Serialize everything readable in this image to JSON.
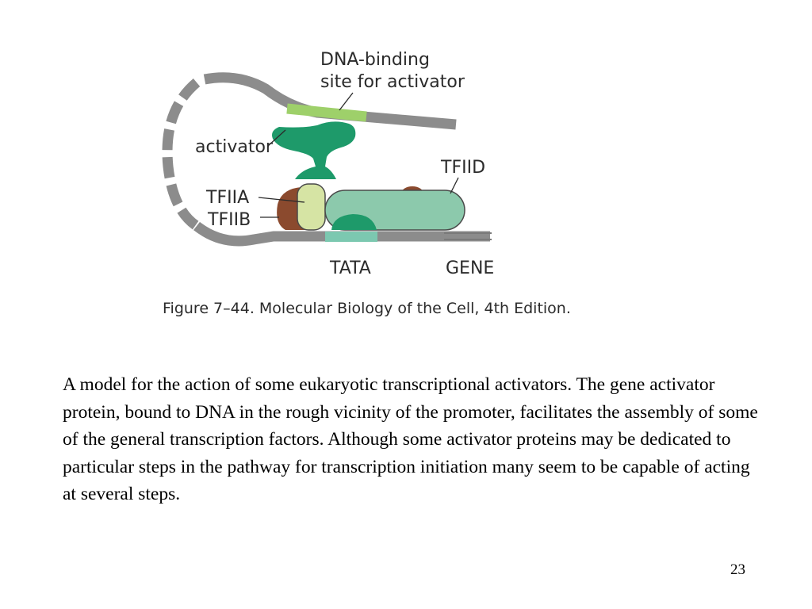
{
  "figure": {
    "labels": {
      "dna_binding_line1": "DNA-binding",
      "dna_binding_line2": "site for activator",
      "activator": "activator",
      "tfiid": "TFIID",
      "tfiia": "TFIIA",
      "tfiib": "TFIIB",
      "tata": "TATA",
      "gene": "GENE"
    },
    "caption": "Figure 7–44. Molecular Biology of the Cell, 4th Edition.",
    "colors": {
      "dna_gray": "#8c8c8c",
      "binding_site_green": "#9ed06a",
      "activator_green": "#1e9a6a",
      "tfiid_green": "#8cc9ac",
      "tfiia_yellow": "#d6e4a4",
      "tfiib_brown": "#8b4a2e",
      "tata_teal": "#7cc8b0"
    }
  },
  "body_text": "A model for the action of some eukaryotic transcriptional activators. The gene activator protein, bound to DNA in the rough vicinity of the promoter, facilitates the assembly of some of the general transcription factors. Although some activator proteins may be dedicated to particular steps in the pathway for transcription initiation many seem to be capable of acting at several steps.",
  "page_number": "23"
}
